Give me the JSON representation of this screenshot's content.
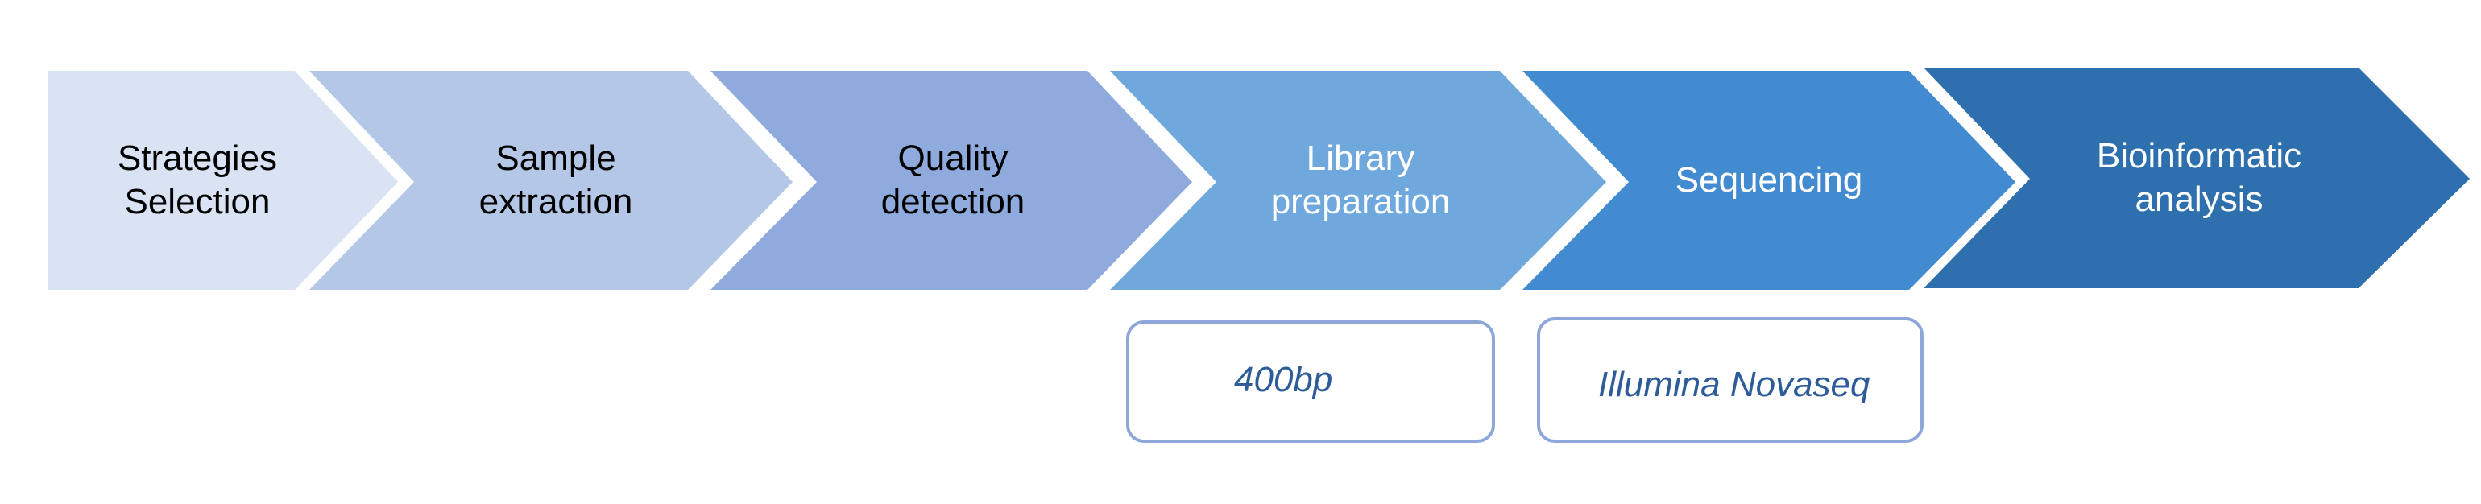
{
  "steps": [
    {
      "label": "Strategies\nSelection",
      "fill": "#dae3f3",
      "text_color": "#000000"
    },
    {
      "label": "Sample\nextraction",
      "fill": "#b4c7e7",
      "text_color": "#000000"
    },
    {
      "label": "Quality\ndetection",
      "fill": "#8faadc",
      "text_color": "#000000"
    },
    {
      "label": "Library\npreparation",
      "fill": "#6fa8dc",
      "text_color": "#ffffff"
    },
    {
      "label": "Sequencing",
      "fill": "#428bd0",
      "text_color": "#ffffff"
    },
    {
      "label": "Bioinformatic\nanalysis",
      "fill": "#2e6fad",
      "text_color": "#ffffff"
    }
  ],
  "notes": [
    {
      "text": "400bp",
      "text_color": "#2e5c9a",
      "border_color": "#8fa7d8"
    },
    {
      "text": "Illumina Novaseq",
      "text_color": "#2e5c9a",
      "border_color": "#8fa7d8"
    }
  ]
}
